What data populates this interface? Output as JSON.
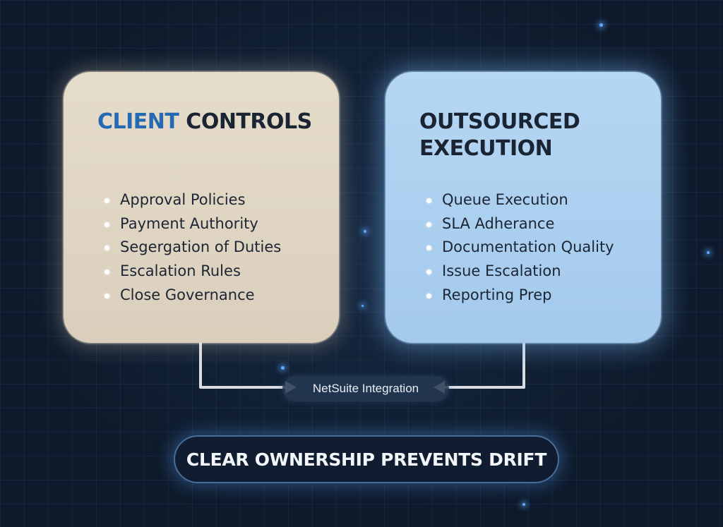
{
  "colors": {
    "background": "#0e1a2b",
    "client_card": "#e2d8c6",
    "outsourced_card": "#aed1f0",
    "title_accent": "#2569b3",
    "connector": "#d8dde4",
    "footer_glow": "#5a9be0"
  },
  "client_card": {
    "title_accent": "CLIENT",
    "title_rest": " CONTROLS",
    "items": [
      "Approval Policies",
      "Payment Authority",
      "Segergation of Duties",
      "Escalation Rules",
      "Close Governance"
    ]
  },
  "outsourced_card": {
    "title_line1": "OUTSOURCED",
    "title_line2": "EXECUTION",
    "items": [
      "Queue Execution",
      "SLA Adherance",
      "Documentation Quality",
      "Issue Escalation",
      "Reporting Prep"
    ]
  },
  "integration": {
    "label": "NetSuite Integration"
  },
  "footer": {
    "label": "CLEAR OWNERSHIP PREVENTS DRIFT"
  }
}
